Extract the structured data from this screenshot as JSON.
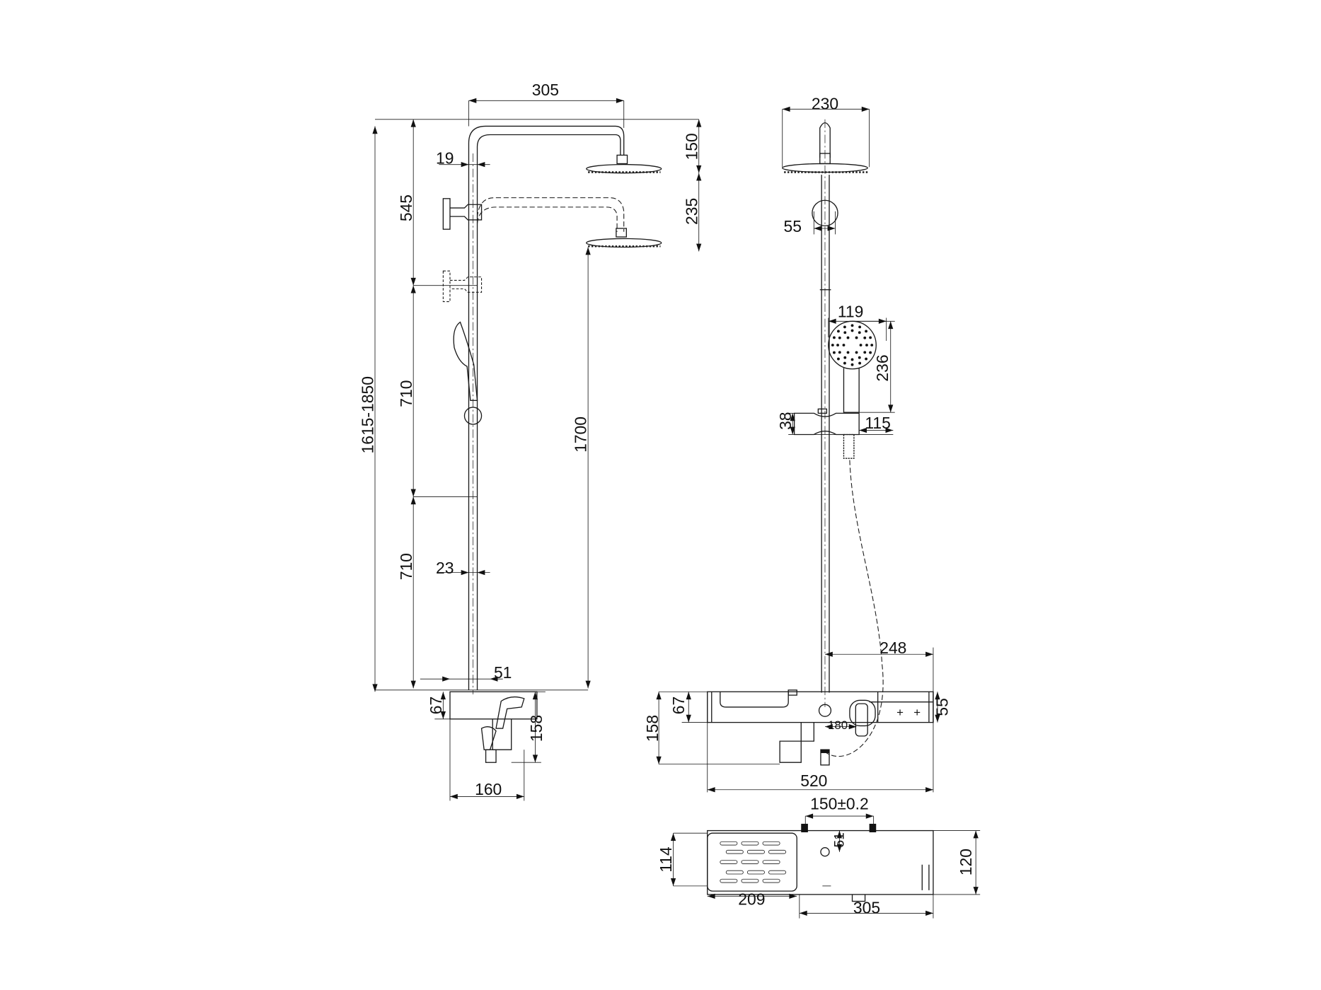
{
  "drawing": {
    "title": "Shower column technical drawing",
    "side_view": {
      "width_arm": "305",
      "pipe_diameter": "19",
      "height_range": "1615-1850",
      "segment_top": "545",
      "segment_mid": "710",
      "segment_bottom": "710",
      "head_drop": "150",
      "head_drop_adjust": "235",
      "head_height": "1700",
      "lower_pipe_diameter": "23",
      "offset": "51",
      "body_top": "67",
      "body_height": "158",
      "body_depth": "160"
    },
    "front_view": {
      "head_diameter": "230",
      "bracket": "55",
      "hand_shower_width": "119",
      "hand_shower_length": "236",
      "slider_height": "38",
      "slider_projection": "115",
      "pole_to_end": "248",
      "shelf_height": "55",
      "body_top": "67",
      "body_height": "158",
      "spout_offset": "180",
      "total_width": "520"
    },
    "top_view": {
      "inlet_spacing": "150±0.2",
      "inlet_offset": "51",
      "shelf_depth": "114",
      "body_depth": "120",
      "shelf_width": "209",
      "mixer_width": "305"
    }
  }
}
